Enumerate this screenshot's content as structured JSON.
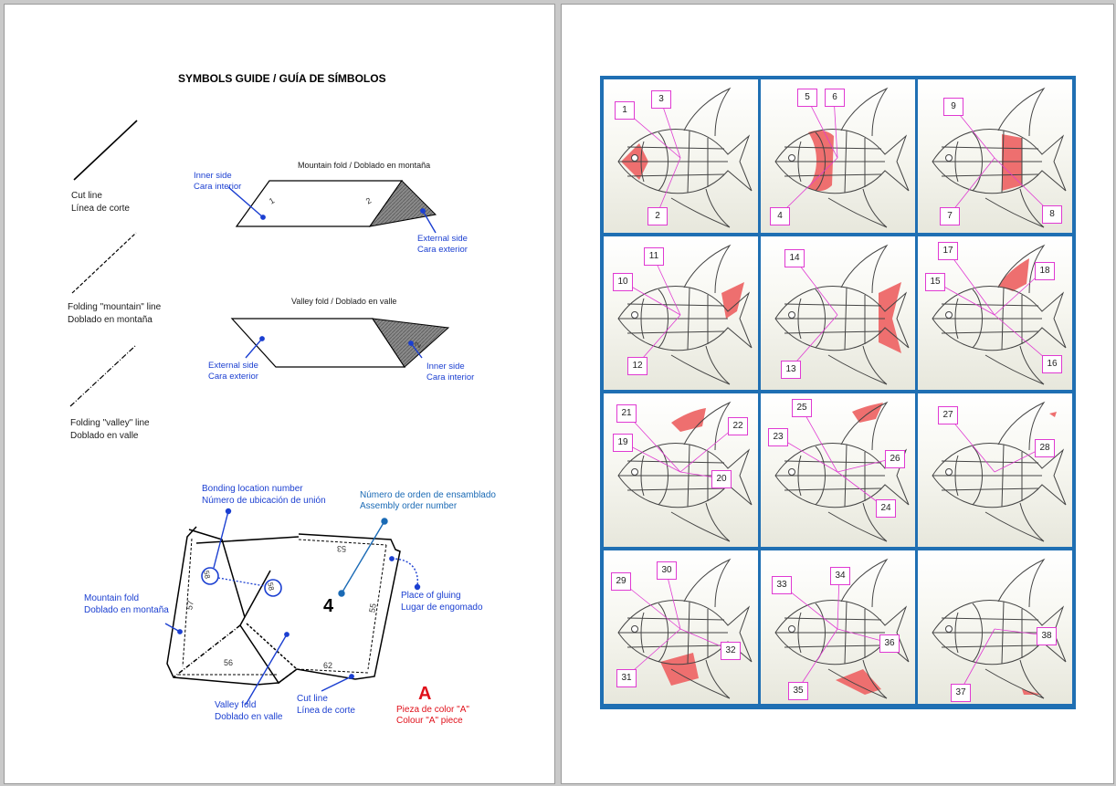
{
  "left_page": {
    "title": "SYMBOLS GUIDE / GUÍA DE SÍMBOLOS",
    "cut_line": {
      "en": "Cut line",
      "es": "Línea de corte"
    },
    "mountain_line": {
      "en": "Folding \"mountain\" line",
      "es": "Doblado en montaña"
    },
    "valley_line": {
      "en": "Folding \"valley\" line",
      "es": "Doblado en valle"
    },
    "mountain_fold_title": "Mountain fold / Doblado en montaña",
    "valley_fold_title": "Valley fold / Doblado en valle",
    "inner_side": {
      "en": "Inner side",
      "es": "Cara interior"
    },
    "external_side": {
      "en": "External side",
      "es": "Cara exterior"
    },
    "external_side_2": {
      "en": "External side",
      "es": "Cara exterior"
    },
    "inner_side_2": {
      "en": "Inner side",
      "es": "Cara interior"
    },
    "bonding": {
      "en": "Bonding location number",
      "es": "Número de ubicación de unión"
    },
    "assembly": {
      "es": "Número de orden de ensamblado",
      "en": "Assembly order number"
    },
    "mountain_fold": {
      "en": "Mountain fold",
      "es": "Doblado en montaña"
    },
    "place_gluing": {
      "en": "Place of gluing",
      "es": "Lugar de engomado"
    },
    "valley_fold": {
      "en": "Valley fold",
      "es": "Doblado en valle"
    },
    "cut_line_2": {
      "en": "Cut line",
      "es": "Línea de corte"
    },
    "color_letter": "A",
    "color_piece": {
      "es": "Pieza de color \"A\"",
      "en": "Colour \"A\" piece"
    },
    "fold_numbers": {
      "one": "1",
      "two": "2",
      "two_b": "2"
    },
    "diagram_numbers": {
      "n58a": "58",
      "n58b": "58",
      "n57": "57",
      "n53": "53",
      "n4": "4",
      "n55": "55",
      "n56": "56",
      "n62": "62"
    }
  },
  "right_page": {
    "cells": [
      {
        "labels": [
          "1",
          "3",
          "2"
        ]
      },
      {
        "labels": [
          "5",
          "6",
          "4"
        ]
      },
      {
        "labels": [
          "9",
          "7",
          "8"
        ]
      },
      {
        "labels": [
          "11",
          "10",
          "12"
        ]
      },
      {
        "labels": [
          "14",
          "13"
        ]
      },
      {
        "labels": [
          "17",
          "15",
          "18",
          "16"
        ]
      },
      {
        "labels": [
          "21",
          "22",
          "19",
          "20"
        ]
      },
      {
        "labels": [
          "25",
          "23",
          "26",
          "24"
        ]
      },
      {
        "labels": [
          "27",
          "28"
        ]
      },
      {
        "labels": [
          "29",
          "30",
          "32",
          "31"
        ]
      },
      {
        "labels": [
          "33",
          "34",
          "36",
          "35"
        ]
      },
      {
        "labels": [
          "38",
          "37"
        ]
      }
    ]
  },
  "colors": {
    "highlight": "#ee6f6f",
    "grid_border": "#1f6fb3",
    "label_border": "#e03ad2",
    "blue_text": "#1b3fd1",
    "red_text": "#e0101a"
  }
}
